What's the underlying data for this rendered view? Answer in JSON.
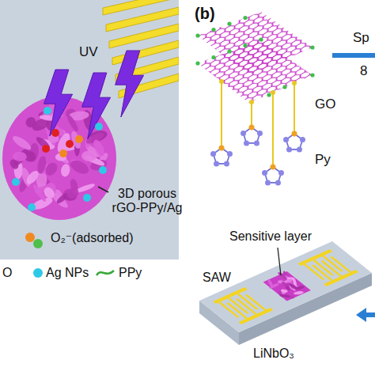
{
  "diagram": {
    "labels": [
      "UV",
      "3D porous rGO-PPy/Ag",
      "O₂⁻(adsorbed)",
      "(b)",
      "GO",
      "Sp",
      "8",
      "Py",
      "Sensitive layer",
      "SAW",
      "LiNbO₃"
    ],
    "legend": [
      {
        "text": "O"
      },
      {
        "text": "Ag NPs",
        "color": "#2ec9e6"
      },
      {
        "text": "PPy"
      }
    ]
  }
}
